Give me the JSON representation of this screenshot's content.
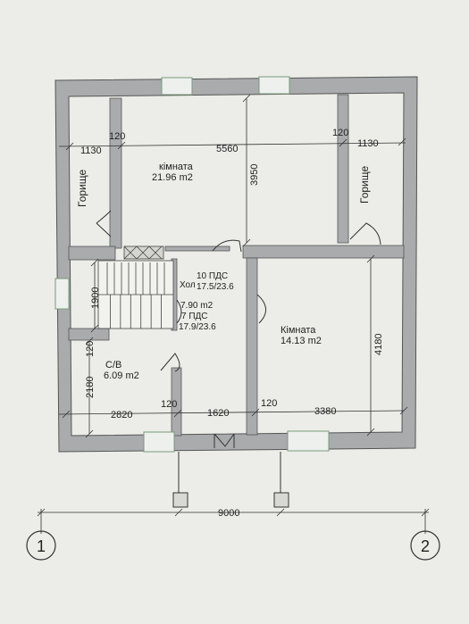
{
  "rooms": {
    "room_a": {
      "name": "кімната",
      "area": "21.96 m2"
    },
    "attic_left": {
      "name": "Горище"
    },
    "attic_right": {
      "name": "Горище"
    },
    "hall": {
      "name": "Хол",
      "area": "7.90 m2"
    },
    "stair_upper": {
      "steps": "10 ПДС",
      "ratio": "17.5/23.6"
    },
    "stair_lower": {
      "steps": "7 ПДС",
      "ratio": "17.9/23.6"
    },
    "room_b": {
      "name": "Кімната",
      "area": "14.13 m2"
    },
    "bathroom": {
      "name": "С/В",
      "area": "6.09 m2"
    }
  },
  "dimensions": {
    "top_left_width": "1130",
    "top_left_wall": "120",
    "top_middle": "5560",
    "top_right_wall": "120",
    "top_right_width": "1130",
    "room_a_height": "3950",
    "stair_height": "1900",
    "bath_wall": "120",
    "bath_height": "2180",
    "room_b_height": "4180",
    "bottom_left": "2820",
    "bottom_wall_1": "120",
    "bottom_middle": "1620",
    "bottom_wall_2": "120",
    "bottom_right": "3380",
    "overall": "9000"
  },
  "axes": {
    "left": "1",
    "right": "2"
  },
  "colors": {
    "wall": "#a9abad",
    "line": "#333333",
    "paper": "#ecece8"
  }
}
